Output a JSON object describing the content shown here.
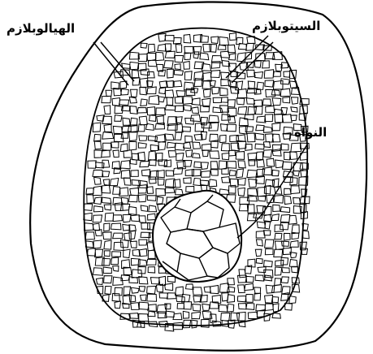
{
  "diagram": {
    "labels": {
      "hyaloplasm": "الهيالوبلازم",
      "cytoplasm": "السيتوبلازم",
      "nucleus": "النواة"
    }
  }
}
